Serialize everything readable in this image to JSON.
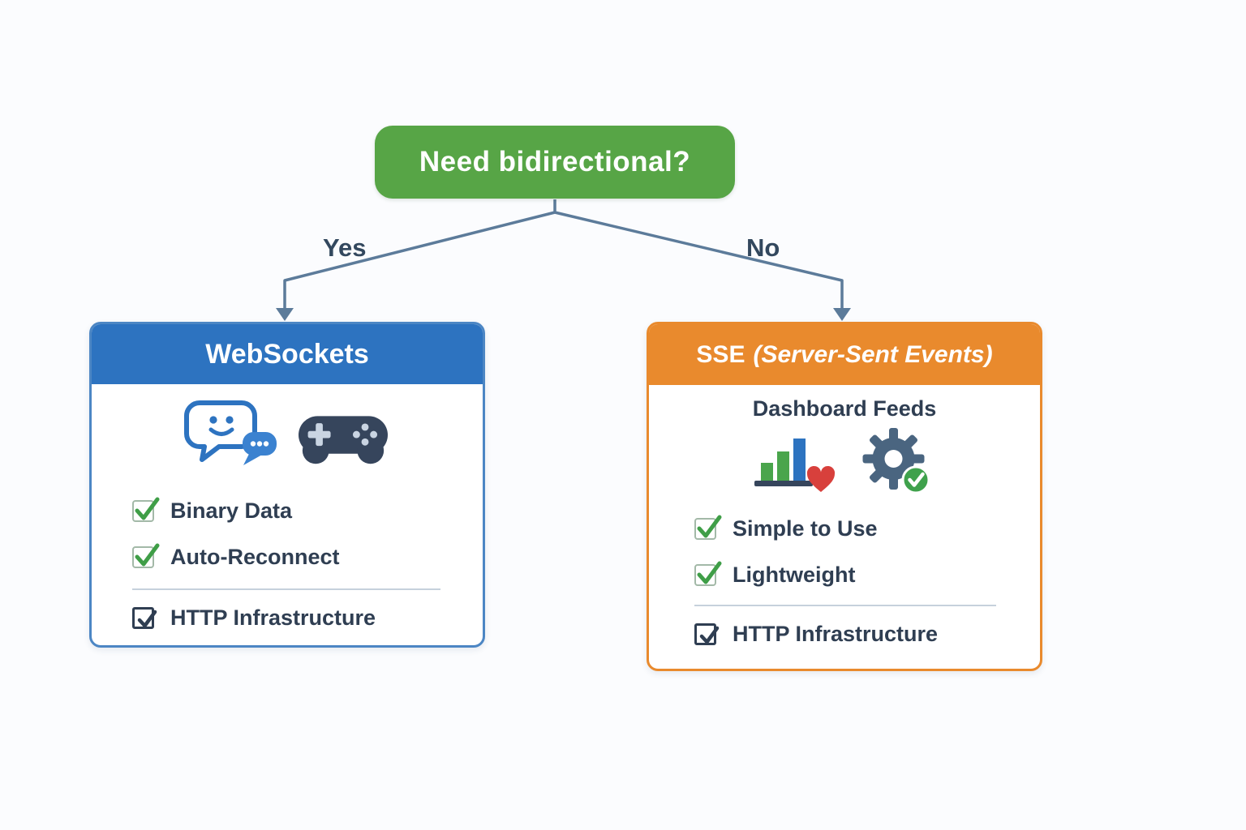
{
  "decision": {
    "question": "Need bidirectional?",
    "branches": {
      "yes": "Yes",
      "no": "No"
    }
  },
  "cards": {
    "websockets": {
      "title": "WebSockets",
      "icons": [
        "chat-smiley-icon",
        "gamepad-icon"
      ],
      "features": [
        "Binary Data",
        "Auto-Reconnect"
      ],
      "footer_feature": "HTTP Infrastructure"
    },
    "sse": {
      "title": "SSE",
      "title_paren": "(Server-Sent Events)",
      "subtitle": "Dashboard Feeds",
      "icons": [
        "bar-chart-heart-icon",
        "gear-check-icon"
      ],
      "features": [
        "Simple to Use",
        "Lightweight"
      ],
      "footer_feature": "HTTP Infrastructure"
    }
  },
  "colors": {
    "question_bg": "#57a546",
    "websockets_accent": "#2d73c0",
    "sse_accent": "#e98a2d",
    "connector": "#5c7b9a",
    "check_green": "#3f9e47",
    "text": "#2f3e52"
  }
}
